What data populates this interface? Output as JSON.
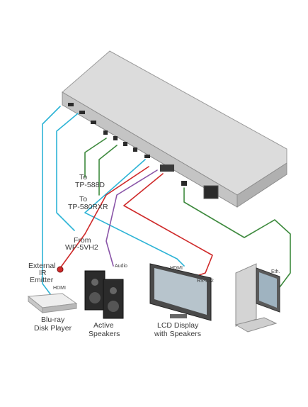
{
  "labels": {
    "to_tp588d_1": "To",
    "to_tp588d_2": "TP-588D",
    "to_tp580rxr_1": "To",
    "to_tp580rxr_2": "TP-580RXR",
    "from_wp_1": "From",
    "from_wp_2": "WP-5VH2",
    "ir_1": "External",
    "ir_2": "IR",
    "ir_3": "Emitter",
    "hdmi_source": "HDMI",
    "audio": "Audio",
    "hdmi_display": "HDMI",
    "rs232": "RS-232",
    "eth": "Eth."
  },
  "devices": {
    "bluray_1": "Blu-ray",
    "bluray_2": "Disk Player",
    "speakers_1": "Active",
    "speakers_2": "Speakers",
    "lcd_1": "LCD Display",
    "lcd_2": "with Speakers"
  },
  "colors": {
    "cyan": "#2eb4d6",
    "green": "#3e8a3e",
    "red": "#cf2a2a",
    "purple": "#8a55a8",
    "chassis": "#dcdcdc",
    "chassis_dark": "#a8a8a8"
  }
}
